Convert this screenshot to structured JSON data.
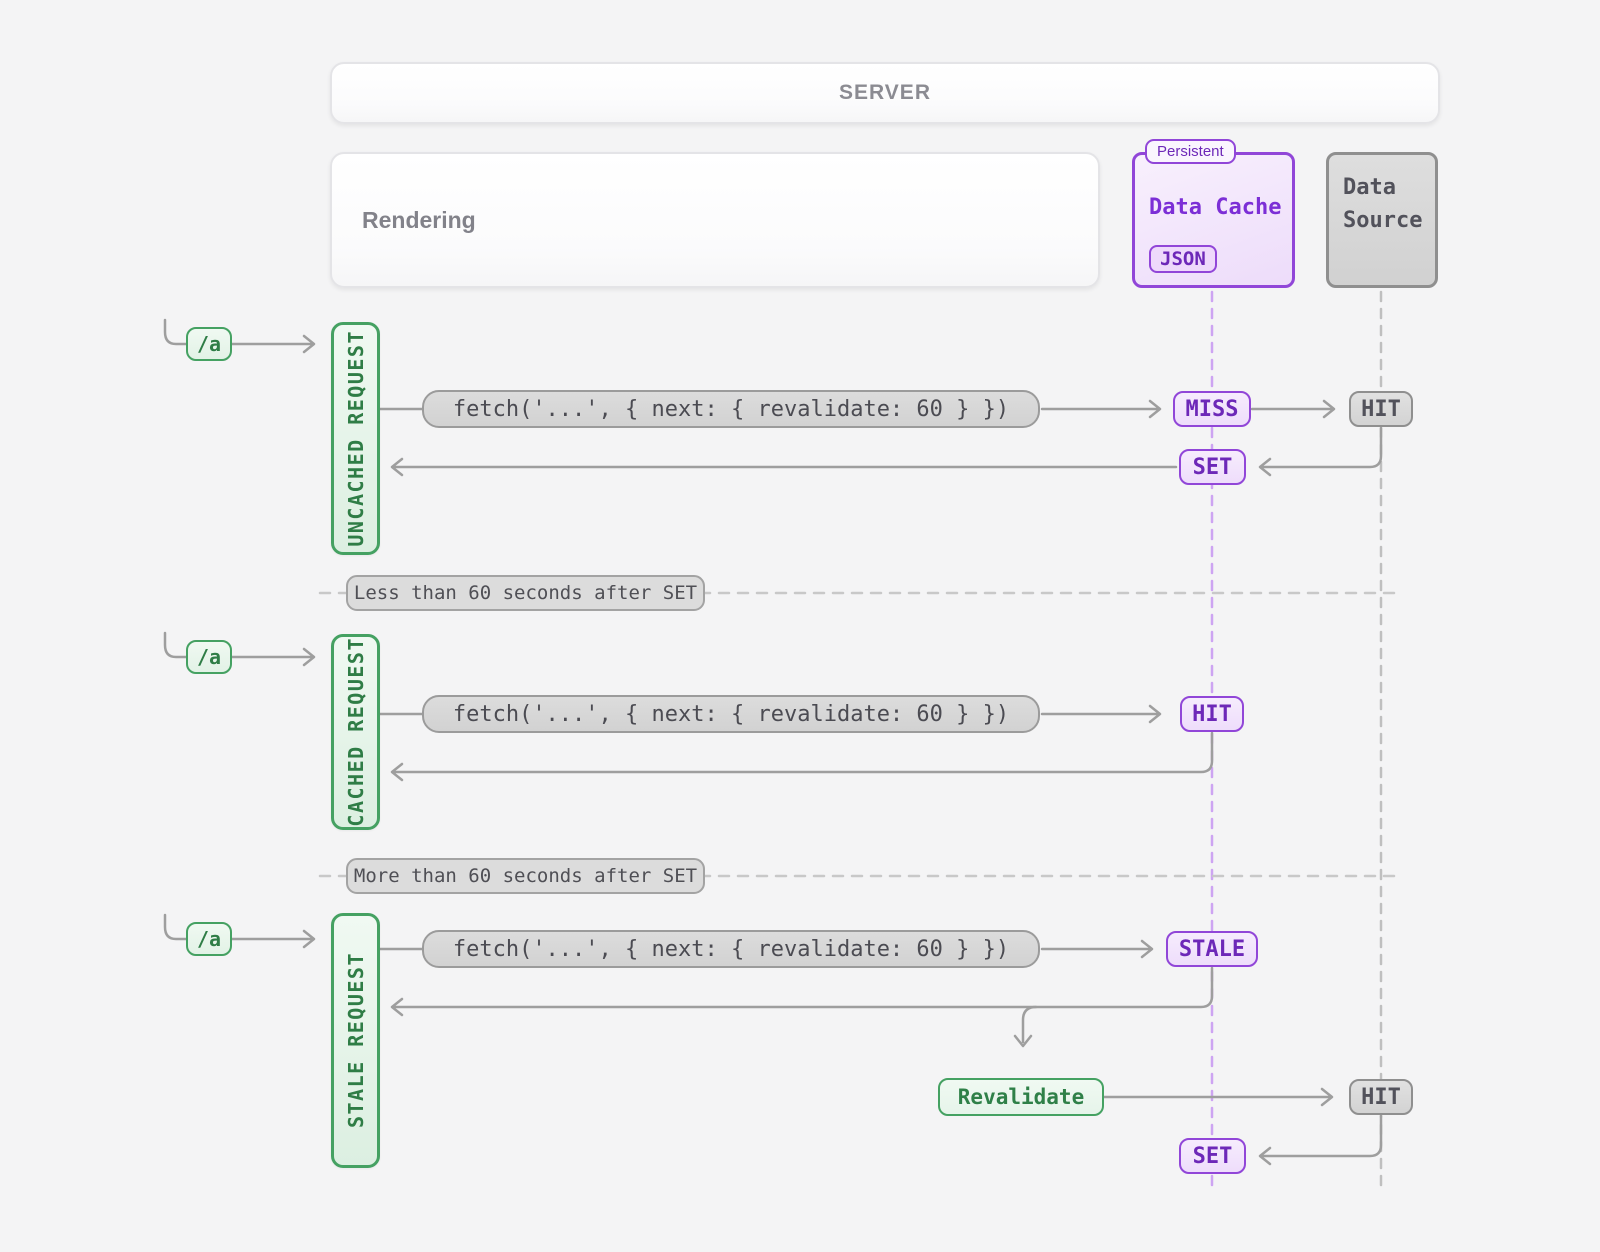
{
  "header": {
    "server_label": "SERVER"
  },
  "boxes": {
    "rendering": {
      "label": "Rendering"
    },
    "data_cache": {
      "tag": "Persistent",
      "title": "Data Cache",
      "format_badge": "JSON"
    },
    "data_source": {
      "title": "Data Source"
    }
  },
  "shared": {
    "route": "/a",
    "fetch_call": "fetch('...', { next: { revalidate: 60 } })"
  },
  "rows": [
    {
      "id": "uncached-request",
      "bar_label": "UNCACHED REQUEST",
      "cache_result": "MISS",
      "source_result": "HIT",
      "cache_write": "SET"
    },
    {
      "id": "cached-request",
      "bar_label": "CACHED REQUEST",
      "cache_result": "HIT"
    },
    {
      "id": "stale-request",
      "bar_label": "STALE REQUEST",
      "cache_result": "STALE",
      "revalidate_label": "Revalidate",
      "source_result": "HIT",
      "cache_write": "SET"
    }
  ],
  "dividers": [
    {
      "label": "Less than 60 seconds after SET"
    },
    {
      "label": "More than 60 seconds after SET"
    }
  ],
  "colors": {
    "green": "#45a162",
    "purple": "#9146d8",
    "arrow_gray": "#9e9e9e",
    "cache_lifeline": "#cda4f2",
    "source_lifeline": "#bfbfbf"
  }
}
